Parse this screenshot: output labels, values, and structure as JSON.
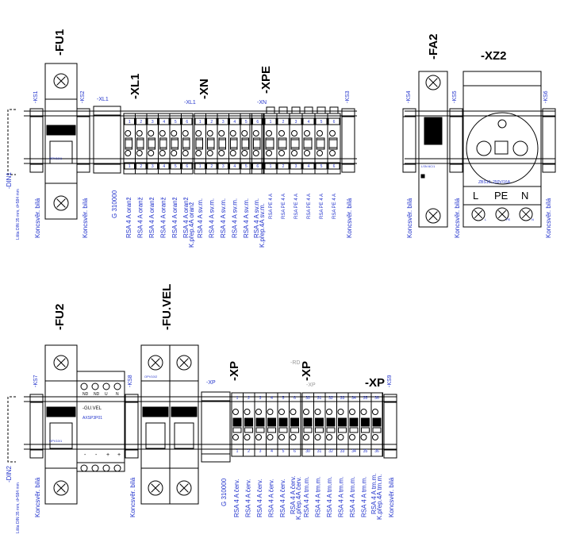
{
  "row1": {
    "din": "-DIN1",
    "din_desc": "Lišta DIN 35 mm, d=584 mm",
    "designators": {
      "fu1": "-FU1",
      "xl1": "-XL1",
      "xn": "-XN",
      "xpe": "-XPE",
      "fa2": "-FA2",
      "xz2": "-XZ2"
    },
    "small": {
      "ks1": "-KS1",
      "ks2": "-KS2",
      "xl1a": "-XL1",
      "xl1b": "-XL1",
      "xn": "-XN",
      "ks3": "-KS3",
      "ks4": "-KS4",
      "ks5": "-KS5",
      "ks6": "-KS6"
    },
    "fu1_code": "OPV10/1",
    "fa2_code": "LSN 6C/1",
    "xz2_rating": "ZBS10, 250V/16A",
    "socket_letters": [
      "L",
      "PE",
      "N"
    ],
    "socket_pins": [
      "L",
      "PE",
      "N"
    ],
    "xl1_nums": [
      "1",
      "2",
      "3",
      "4",
      "5",
      "6"
    ],
    "xn_nums": [
      "1",
      "2",
      "3",
      "4",
      "5",
      "6"
    ],
    "xpe_nums": [
      "1",
      "2",
      "3",
      "4",
      "5",
      "6"
    ],
    "labels": {
      "koncsver": "Koncsvěr. bílá",
      "g310000": "G 310000",
      "rsa_oranz": "RSA 4 A oranž",
      "kprep_oranz": "K.přep.4A oranž",
      "rsa_svm": "RSA 4 A sv.m.",
      "kprep_svm": "K.přep.4A sv.m.",
      "rsa_pe": "RSA PE 4 A"
    }
  },
  "row2": {
    "din": "-DIN2",
    "din_desc": "Lišta DIN 35 mm, d=584 mm",
    "designators": {
      "fu2": "-FU2",
      "fuvel": "-FU.VEL",
      "xp1": "-XP",
      "xp2": "-XP",
      "xp3": "-XP"
    },
    "small": {
      "ks7": "-KS7",
      "ks8": "-KS8",
      "xp_a": "-XP",
      "rd": "-RD",
      "xp_b": "-XP",
      "ks9": "-KS9"
    },
    "fu2_code": "OPV10/1",
    "fuvel_code": "OPV10/2",
    "psu_name": "-GU.VEL",
    "psu_code": "AXSP3P01",
    "psu_top": [
      "ND",
      "ND",
      "U",
      "N"
    ],
    "psu_bottom": [
      "-",
      "-",
      "+",
      "+"
    ],
    "xp_red_nums": [
      "1",
      "2",
      "3",
      "4",
      "5",
      "6"
    ],
    "xp_blue_nums": [
      "30",
      "31",
      "32",
      "33",
      "34",
      "35",
      "36"
    ],
    "labels": {
      "koncsver": "Koncsvěr. bílá",
      "g310000": "G 310000",
      "rsa_cerv": "RSA 4 A červ.",
      "kprep_cerv": "K.přep.4A červ.",
      "rsa_tmm": "RSA 4 A tm.m.",
      "kprep_tmm": "K.přep.4A tm.m."
    }
  }
}
